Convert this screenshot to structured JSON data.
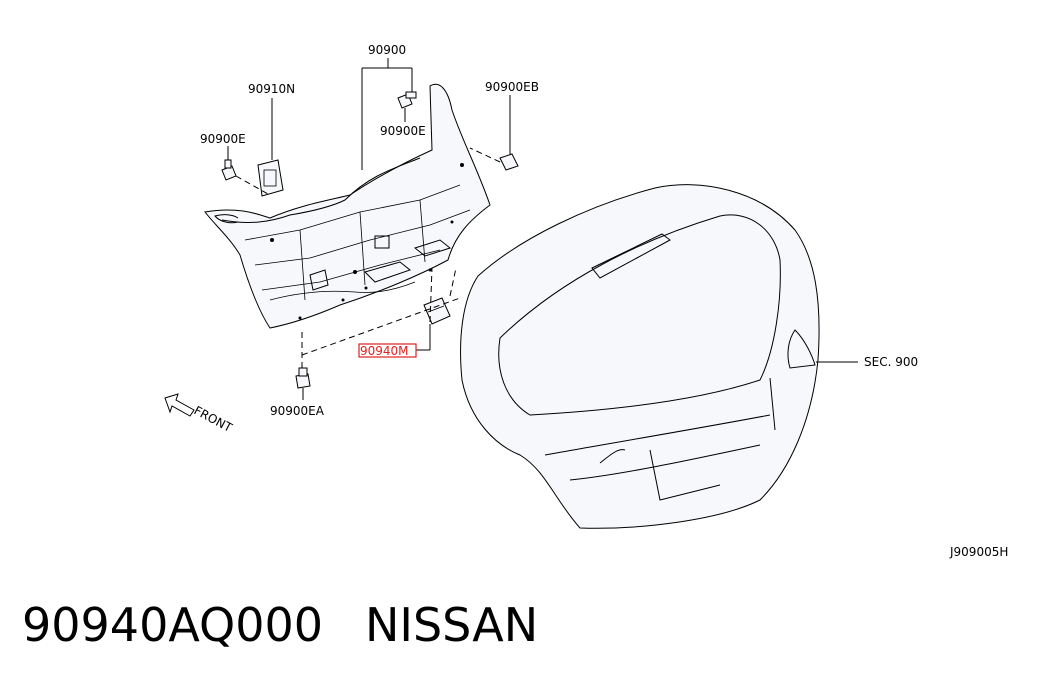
{
  "labels": {
    "assembly": "90900",
    "cover": "90910N",
    "clip_top": "90900E",
    "clip_right": "90900EB",
    "clip_left": "90900E",
    "clip_bottom": "90900EA",
    "highlight": "90940M",
    "section": "SEC. 900",
    "diagram_id": "J909005H",
    "direction": "FRONT"
  },
  "caption": {
    "part_number": "90940AQ000",
    "brand": "NISSAN"
  },
  "colors": {
    "highlight": "#e02020",
    "line": "#000000",
    "part_fill": "#f7f8fc"
  }
}
